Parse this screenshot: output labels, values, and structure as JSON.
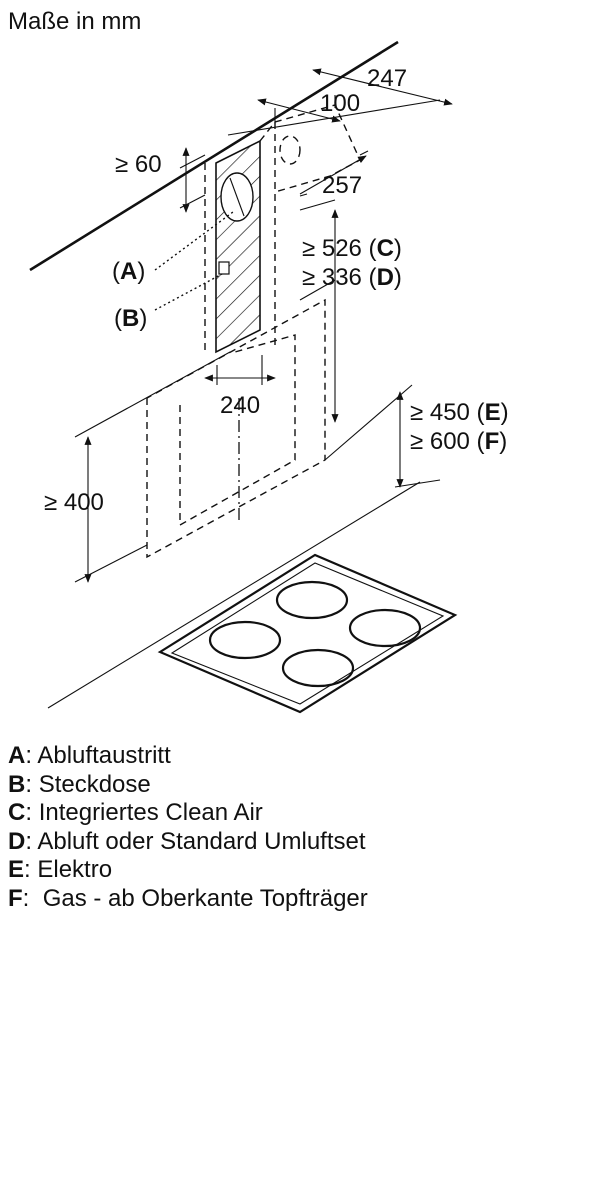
{
  "title": "Maße in mm",
  "dimensions": {
    "d247": "247",
    "d100": "100",
    "d257": "257",
    "d60": "≥ 60",
    "d240": "240",
    "d400": "≥ 400",
    "d526": "≥ 526",
    "d336": "≥ 336",
    "d450": "≥ 450",
    "d600": "≥ 600"
  },
  "callouts": {
    "A": "A",
    "B": "B",
    "C": "C",
    "D": "D",
    "E": "E",
    "F": "F"
  },
  "legend": [
    {
      "key": "A",
      "sep": ": ",
      "text": "Abluftaustritt"
    },
    {
      "key": "B",
      "sep": ": ",
      "text": "Steckdose"
    },
    {
      "key": "C",
      "sep": ": ",
      "text": "Integriertes Clean Air"
    },
    {
      "key": "D",
      "sep": ": ",
      "text": "Abluft oder Standard Umluftset"
    },
    {
      "key": "E",
      "sep": ": ",
      "text": "Elektro"
    },
    {
      "key": "F",
      "sep": ":  ",
      "text": "Gas - ab Oberkante Topfträger"
    }
  ]
}
